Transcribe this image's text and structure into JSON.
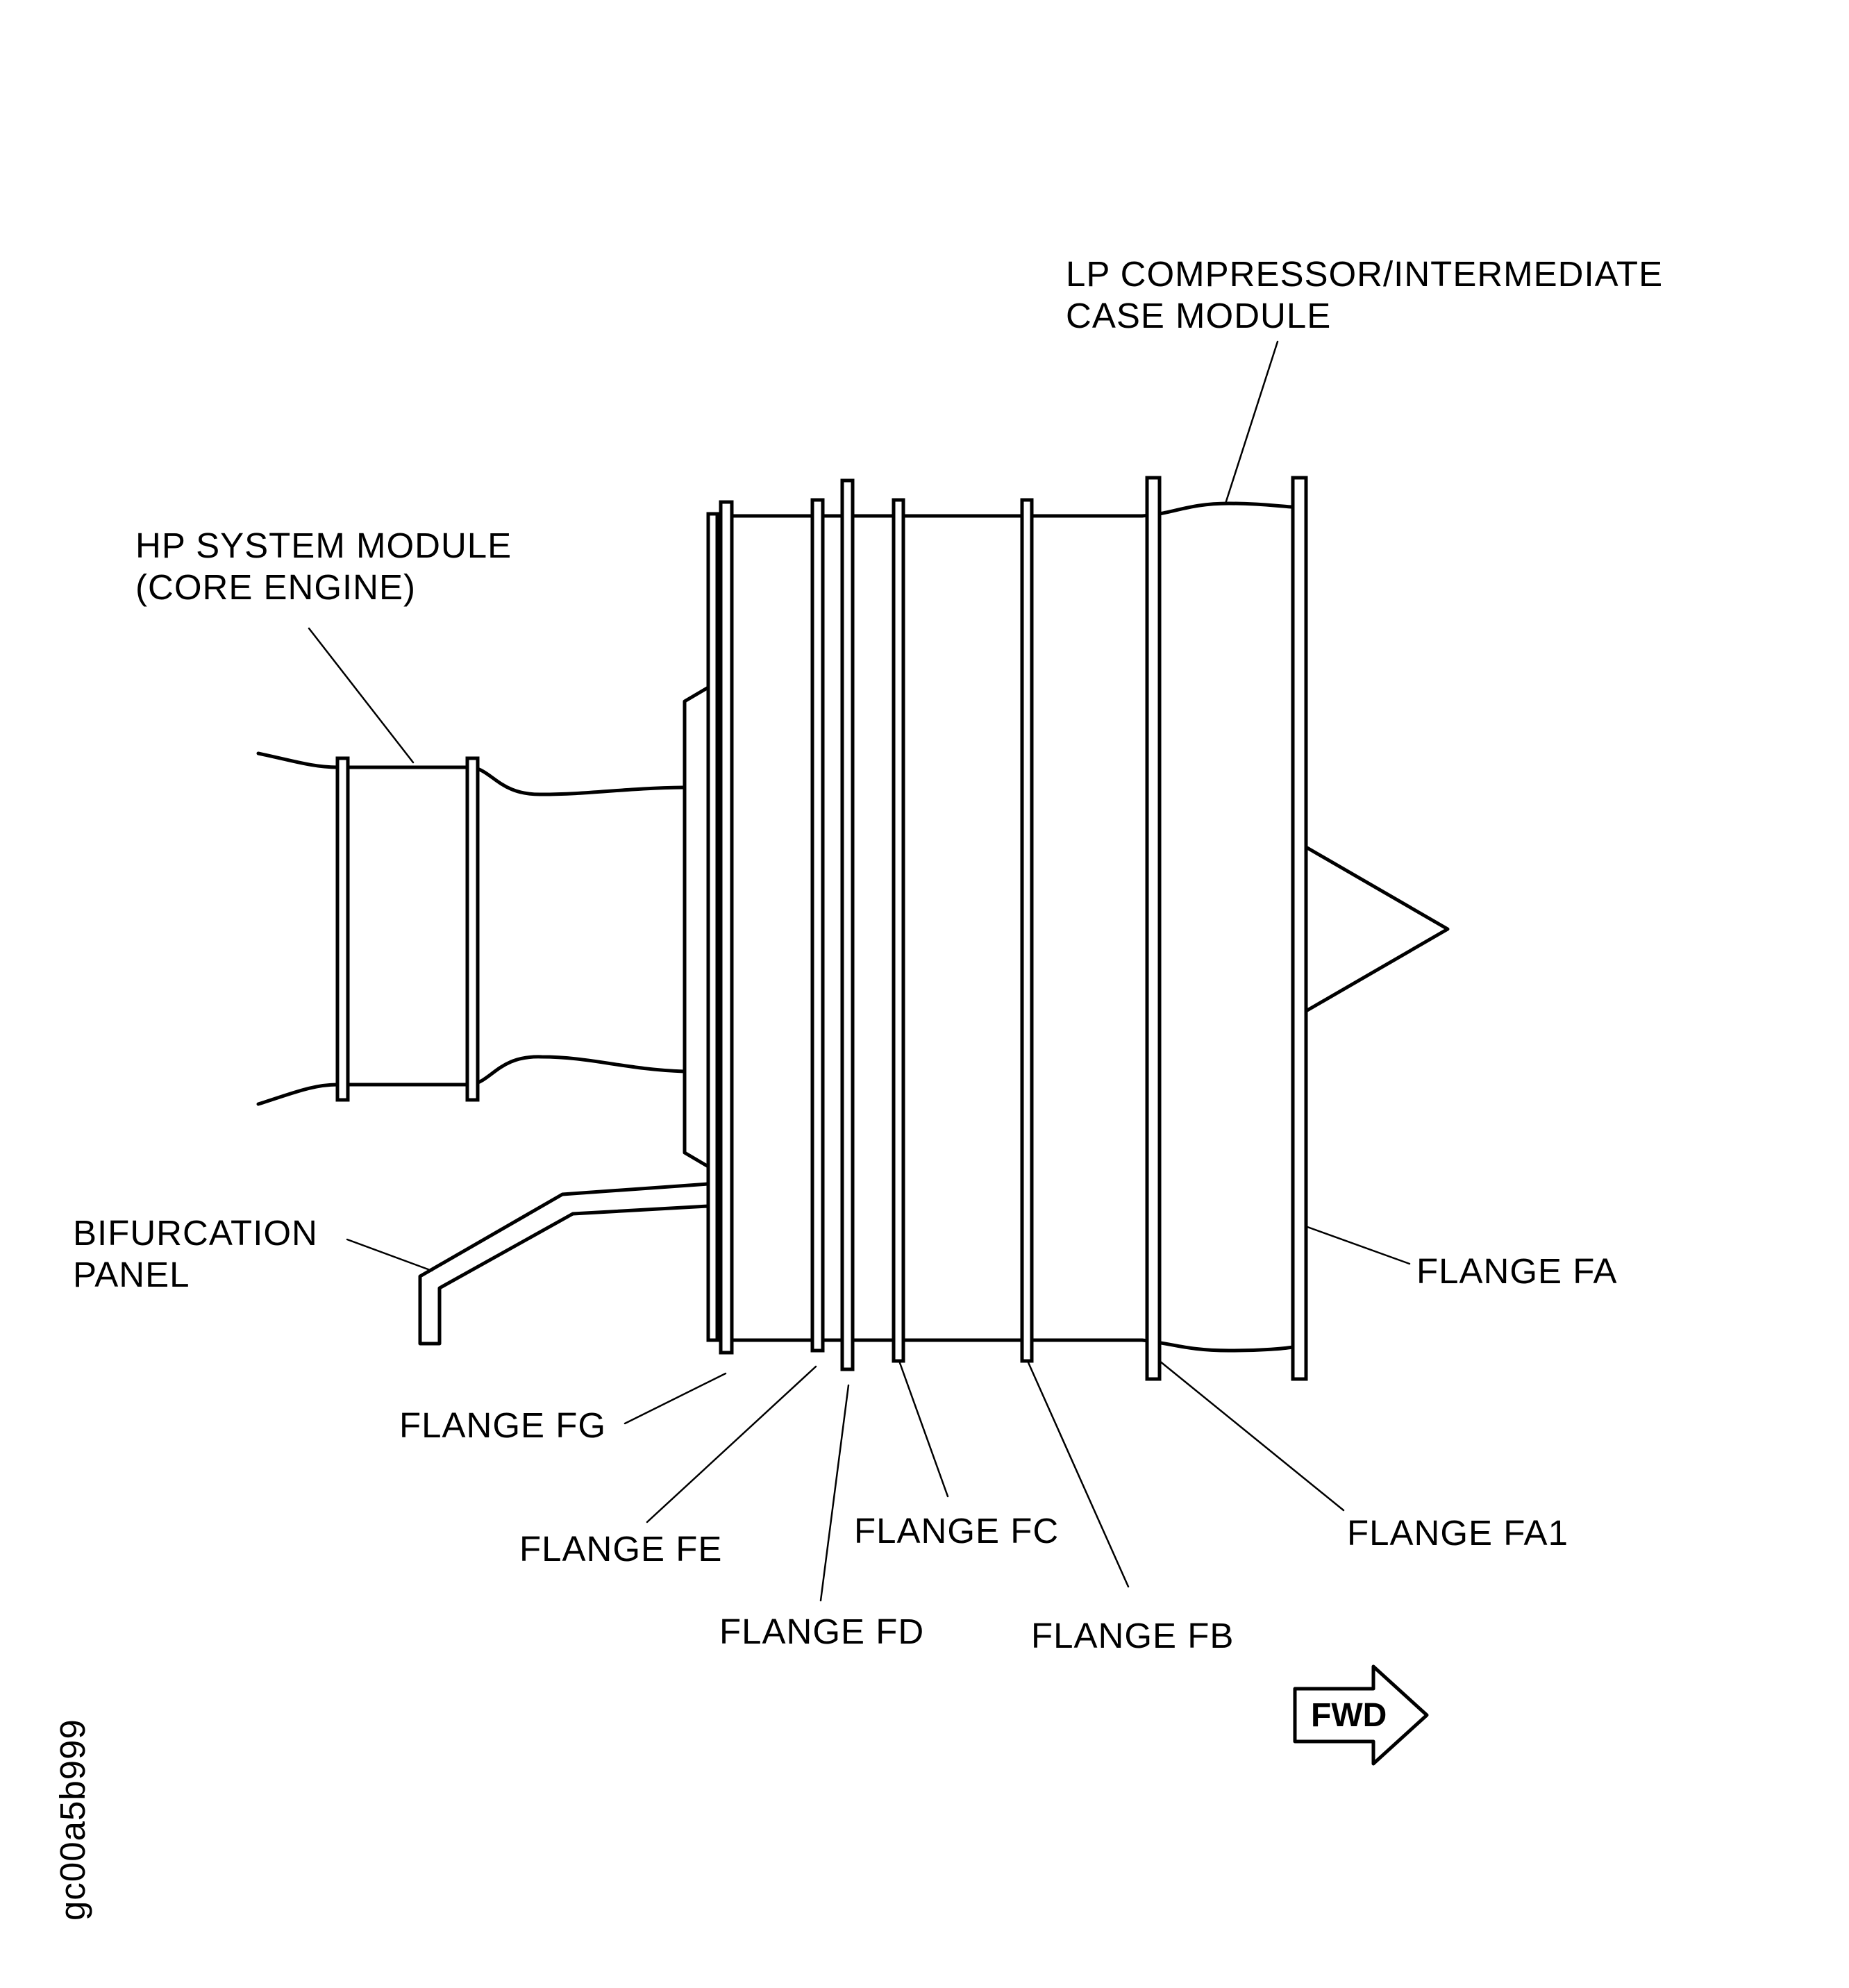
{
  "labels": {
    "lp_module": [
      "LP COMPRESSOR/INTERMEDIATE",
      "CASE MODULE"
    ],
    "hp_module": [
      "HP SYSTEM MODULE",
      "(CORE ENGINE)"
    ],
    "bifurcation": [
      "BIFURCATION",
      "PANEL"
    ],
    "flange_fa": "FLANGE FA",
    "flange_fa1": "FLANGE FA1",
    "flange_fb": "FLANGE FB",
    "flange_fc": "FLANGE FC",
    "flange_fd": "FLANGE FD",
    "flange_fe": "FLANGE FE",
    "flange_fg": "FLANGE FG",
    "fwd": "FWD",
    "figure_id": "gc00a5b999"
  }
}
